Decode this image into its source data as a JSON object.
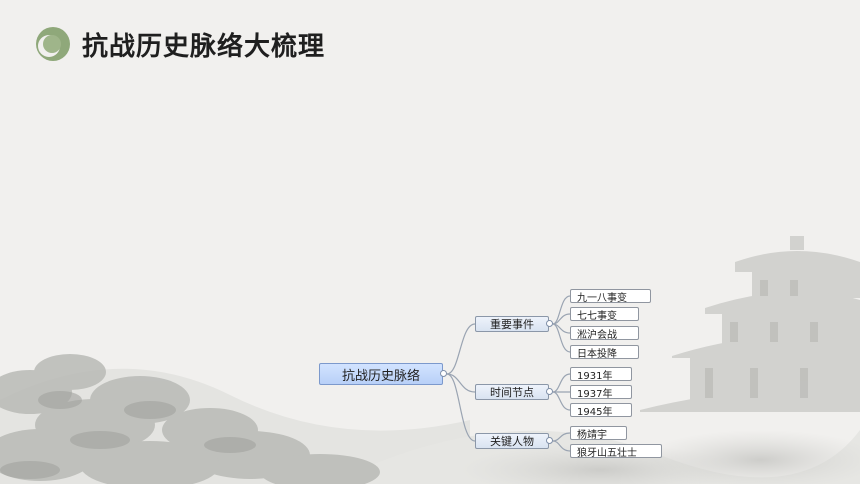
{
  "title": "抗战历史脉络大梳理",
  "mindmap": {
    "root": "抗战历史脉络",
    "branches": [
      {
        "label": "重要事件",
        "children": [
          "九一八事变",
          "七七事变",
          "淞沪会战",
          "日本投降"
        ]
      },
      {
        "label": "时间节点",
        "children": [
          "1931年",
          "1937年",
          "1945年"
        ]
      },
      {
        "label": "关键人物",
        "children": [
          "杨靖宇",
          "狼牙山五壮士"
        ]
      }
    ]
  },
  "colors": {
    "background": "#f1f0ee",
    "root_fill": "#c4d8fb",
    "logo_green": "#8fa87a",
    "line": "#9aa4b2"
  }
}
